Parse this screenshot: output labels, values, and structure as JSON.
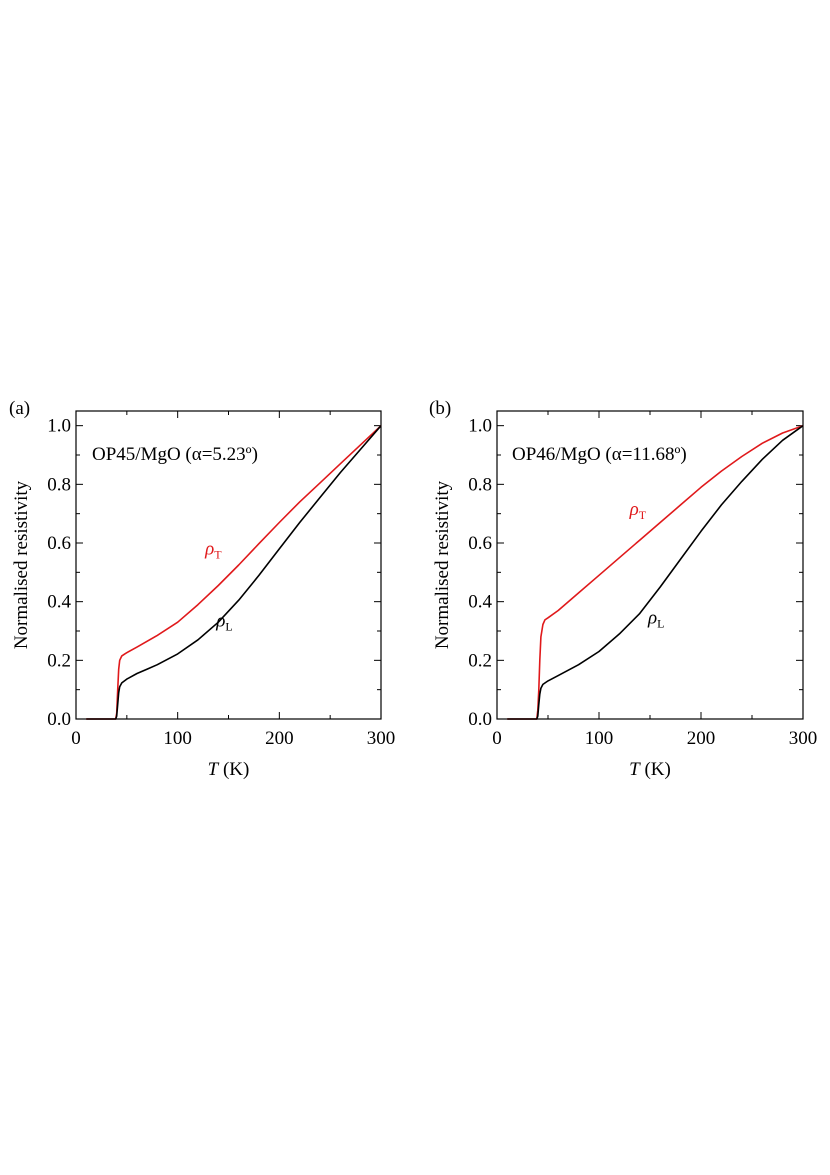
{
  "colors": {
    "axis": "#000000",
    "rho_T": "#e0191b",
    "rho_L": "#000000"
  },
  "chart_data": [
    {
      "type": "line",
      "panel_label": "(a)",
      "annotation": "OP45/MgO (α=5.23º)",
      "xlabel": {
        "var": "T",
        "unit": " (K)"
      },
      "ylabel": "Normalised resistivity",
      "xlim": [
        0,
        300
      ],
      "ylim": [
        0,
        1.05
      ],
      "x_ticks": [
        "0",
        "100",
        "200",
        "300"
      ],
      "y_ticks": [
        "0.0",
        "0.2",
        "0.4",
        "0.6",
        "0.8",
        "1.0"
      ],
      "grid": false,
      "series": [
        {
          "name": "ρT",
          "label_main": "ρ",
          "label_sub": "T",
          "label_at": [
            127,
            0.56
          ],
          "points": [
            [
              10,
              0
            ],
            [
              39,
              0
            ],
            [
              40,
              0.02
            ],
            [
              41,
              0.1
            ],
            [
              42,
              0.17
            ],
            [
              43,
              0.2
            ],
            [
              45,
              0.215
            ],
            [
              48,
              0.222
            ],
            [
              50,
              0.226
            ],
            [
              60,
              0.245
            ],
            [
              80,
              0.285
            ],
            [
              100,
              0.33
            ],
            [
              120,
              0.39
            ],
            [
              140,
              0.455
            ],
            [
              160,
              0.525
            ],
            [
              180,
              0.598
            ],
            [
              200,
              0.67
            ],
            [
              220,
              0.74
            ],
            [
              240,
              0.805
            ],
            [
              260,
              0.87
            ],
            [
              280,
              0.935
            ],
            [
              300,
              1.0
            ]
          ]
        },
        {
          "name": "ρL",
          "label_main": "ρ",
          "label_sub": "L",
          "label_at": [
            138,
            0.315
          ],
          "points": [
            [
              10,
              0
            ],
            [
              39,
              0
            ],
            [
              40,
              0.01
            ],
            [
              41,
              0.05
            ],
            [
              42,
              0.09
            ],
            [
              43,
              0.11
            ],
            [
              45,
              0.123
            ],
            [
              50,
              0.136
            ],
            [
              60,
              0.155
            ],
            [
              70,
              0.17
            ],
            [
              80,
              0.185
            ],
            [
              100,
              0.222
            ],
            [
              120,
              0.27
            ],
            [
              140,
              0.33
            ],
            [
              160,
              0.405
            ],
            [
              180,
              0.49
            ],
            [
              200,
              0.58
            ],
            [
              220,
              0.67
            ],
            [
              240,
              0.755
            ],
            [
              260,
              0.84
            ],
            [
              280,
              0.92
            ],
            [
              300,
              1.0
            ]
          ]
        }
      ]
    },
    {
      "type": "line",
      "panel_label": "(b)",
      "annotation": "OP46/MgO (α=11.68º)",
      "xlabel": {
        "var": "T",
        "unit": " (K)"
      },
      "ylabel": "Normalised resistivity",
      "xlim": [
        0,
        300
      ],
      "ylim": [
        0,
        1.05
      ],
      "x_ticks": [
        "0",
        "100",
        "200",
        "300"
      ],
      "y_ticks": [
        "0.0",
        "0.2",
        "0.4",
        "0.6",
        "0.8",
        "1.0"
      ],
      "grid": false,
      "series": [
        {
          "name": "ρT",
          "label_main": "ρ",
          "label_sub": "T",
          "label_at": [
            130,
            0.695
          ],
          "points": [
            [
              10,
              0
            ],
            [
              39,
              0
            ],
            [
              40,
              0.03
            ],
            [
              41,
              0.1
            ],
            [
              42,
              0.2
            ],
            [
              43,
              0.28
            ],
            [
              45,
              0.322
            ],
            [
              47,
              0.338
            ],
            [
              50,
              0.345
            ],
            [
              60,
              0.37
            ],
            [
              80,
              0.43
            ],
            [
              100,
              0.49
            ],
            [
              120,
              0.55
            ],
            [
              140,
              0.61
            ],
            [
              160,
              0.67
            ],
            [
              180,
              0.73
            ],
            [
              200,
              0.79
            ],
            [
              220,
              0.845
            ],
            [
              240,
              0.895
            ],
            [
              260,
              0.94
            ],
            [
              280,
              0.975
            ],
            [
              300,
              1.0
            ]
          ]
        },
        {
          "name": "ρL",
          "label_main": "ρ",
          "label_sub": "L",
          "label_at": [
            148,
            0.325
          ],
          "points": [
            [
              10,
              0
            ],
            [
              39,
              0
            ],
            [
              40,
              0.01
            ],
            [
              41,
              0.05
            ],
            [
              42,
              0.085
            ],
            [
              43,
              0.105
            ],
            [
              45,
              0.118
            ],
            [
              50,
              0.13
            ],
            [
              60,
              0.148
            ],
            [
              80,
              0.185
            ],
            [
              100,
              0.23
            ],
            [
              120,
              0.29
            ],
            [
              140,
              0.36
            ],
            [
              160,
              0.45
            ],
            [
              180,
              0.545
            ],
            [
              200,
              0.64
            ],
            [
              220,
              0.73
            ],
            [
              240,
              0.81
            ],
            [
              260,
              0.885
            ],
            [
              280,
              0.95
            ],
            [
              300,
              1.0
            ]
          ]
        }
      ]
    }
  ]
}
